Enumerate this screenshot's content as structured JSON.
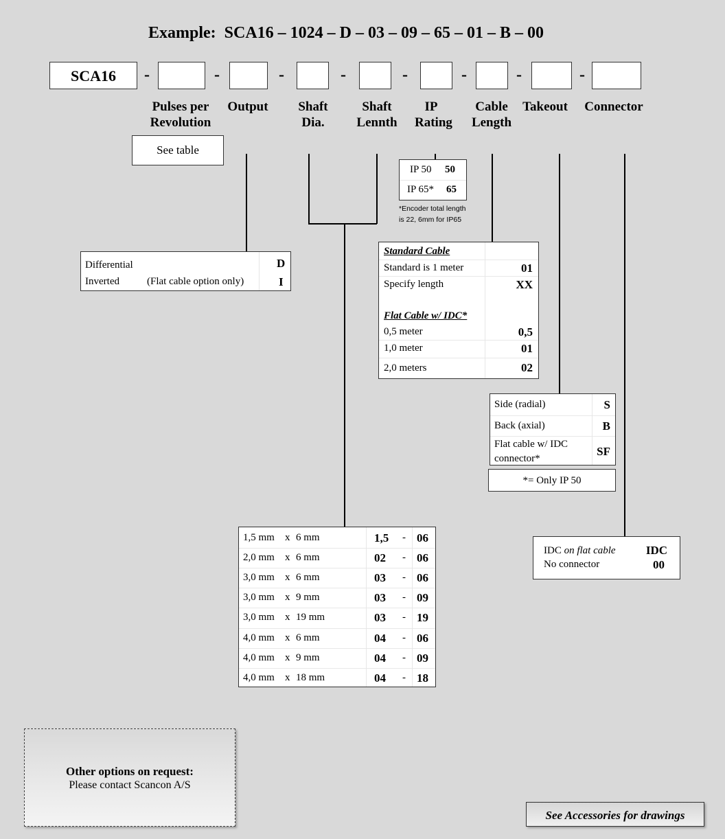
{
  "example": {
    "label": "Example:",
    "code": "SCA16 – 1024 – D – 03 – 09 – 65 – 01 – B – 00"
  },
  "code_boxes": {
    "prefix": "SCA16",
    "separator": "-"
  },
  "headers": {
    "pulses": "Pulses per Revolution",
    "output": "Output",
    "shaft_dia": "Shaft Dia.",
    "shaft_length": "Shaft Lennth",
    "ip": "IP Rating",
    "cable": "Cable Length",
    "takeout": "Takeout",
    "connector": "Connector"
  },
  "see_table": "See table",
  "ip_table": {
    "rows": [
      {
        "label": "IP 50",
        "code": "50"
      },
      {
        "label": "IP 65*",
        "code": "65"
      }
    ],
    "note_line1": "*Encoder total length",
    "note_line2": "is 22, 6mm for IP65"
  },
  "output_table": {
    "rows": [
      {
        "label": "Differential",
        "note": "",
        "code": "D"
      },
      {
        "label": "Inverted",
        "note": "(Flat cable option only)",
        "code": "I"
      }
    ]
  },
  "cable_table": {
    "standard_title": "Standard Cable",
    "standard_rows": [
      {
        "label": "Standard is 1 meter",
        "code": "01"
      },
      {
        "label": "Specify length",
        "code": "XX"
      }
    ],
    "flat_title": "Flat Cable w/ IDC*",
    "flat_rows": [
      {
        "label": "0,5 meter",
        "code": "0,5"
      },
      {
        "label": "1,0 meter",
        "code": "01"
      },
      {
        "label": "2,0 meters",
        "code": "02"
      }
    ]
  },
  "takeout_table": {
    "rows": [
      {
        "label": "Side  (radial)",
        "code": "S"
      },
      {
        "label": "Back (axial)",
        "code": "B"
      },
      {
        "label": "Flat cable w/ IDC connector*",
        "code": "SF"
      }
    ],
    "note": "*= Only IP 50"
  },
  "connector_table": {
    "row1_label": "IDC",
    "row1_italic": "on flat cable",
    "row1_code": "IDC",
    "row2_label": "No connector",
    "row2_code": "00"
  },
  "shaft_table": {
    "rows": [
      {
        "dia": "1,5 mm",
        "x": "x",
        "len": "6 mm",
        "dcode": "1,5",
        "dash": "-",
        "lcode": "06"
      },
      {
        "dia": "2,0 mm",
        "x": "x",
        "len": "6 mm",
        "dcode": "02",
        "dash": "-",
        "lcode": "06"
      },
      {
        "dia": "3,0 mm",
        "x": "x",
        "len": "6 mm",
        "dcode": "03",
        "dash": "-",
        "lcode": "06"
      },
      {
        "dia": "3,0 mm",
        "x": "x",
        "len": "9 mm",
        "dcode": "03",
        "dash": "-",
        "lcode": "09"
      },
      {
        "dia": "3,0 mm",
        "x": "x",
        "len": "19 mm",
        "dcode": "03",
        "dash": "-",
        "lcode": "19"
      },
      {
        "dia": "4,0 mm",
        "x": "x",
        "len": "6 mm",
        "dcode": "04",
        "dash": "-",
        "lcode": "06"
      },
      {
        "dia": "4,0 mm",
        "x": "x",
        "len": "9 mm",
        "dcode": "04",
        "dash": "-",
        "lcode": "09"
      },
      {
        "dia": "4,0 mm",
        "x": "x",
        "len": "18 mm",
        "dcode": "04",
        "dash": "-",
        "lcode": "18"
      }
    ]
  },
  "other_options": {
    "title": "Other options on request:",
    "body": "Please contact Scancon A/S"
  },
  "accessories": "See Accessories for drawings"
}
